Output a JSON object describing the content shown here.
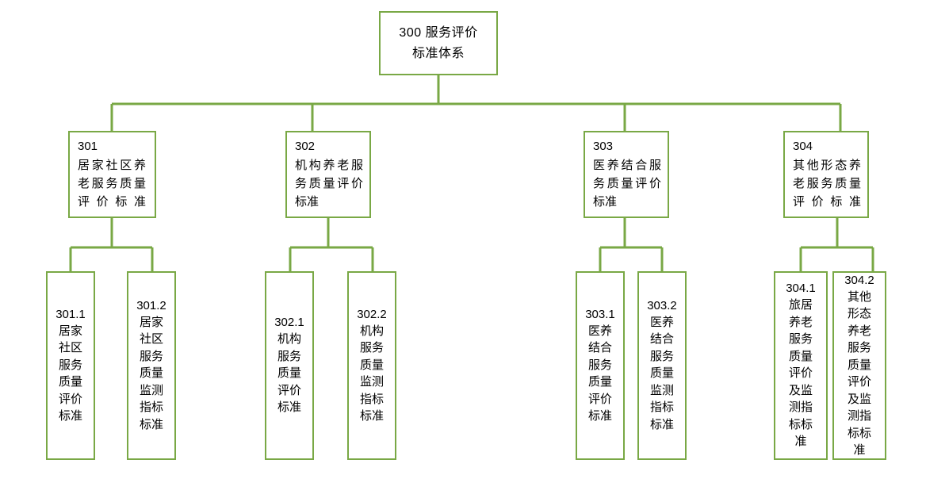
{
  "diagram": {
    "type": "organization-tree",
    "title": "300 服务评价标准体系",
    "line_color": "#79a845",
    "box_fill": "#ffffff",
    "text_color": "#000000"
  },
  "root": {
    "code": "300",
    "line1": "300 服务评价",
    "line2": "标准体系",
    "full_text": "300 服务评价标准体系"
  },
  "level2": [
    {
      "code": "301",
      "text": "居家社区养老服务质量评价标准",
      "full_text": "301 居家社区养老服务质量评价标准"
    },
    {
      "code": "302",
      "text": "机构养老服务质量评价标准",
      "full_text": "302 机构养老服务质量评价标准"
    },
    {
      "code": "303",
      "text": "医养结合服务质量评价标准",
      "full_text": "303 医养结合服务质量评价标准"
    },
    {
      "code": "304",
      "text": "其他形态养老服务质量评价标准",
      "full_text": "304 其他形态养老服务质量评价标准"
    }
  ],
  "level3": [
    {
      "code": "301.1",
      "text": "居家社区服务质量评价标准",
      "full_text": "301.1 居家社区服务质量评价标准",
      "parent": "301"
    },
    {
      "code": "301.2",
      "text": "居家社区服务质量监测指标标准",
      "full_text": "301.2 居家社区服务质量监测指标标准",
      "parent": "301"
    },
    {
      "code": "302.1",
      "text": "机构服务质量评价标准",
      "full_text": "302.1 机构服务质量评价标准",
      "parent": "302"
    },
    {
      "code": "302.2",
      "text": "机构服务质量监测指标标准",
      "full_text": "302.2 机构服务质量监测指标标准",
      "parent": "302"
    },
    {
      "code": "303.1",
      "text": "医养结合服务质量评价标准",
      "full_text": "303.1 医养结合服务质量评价标准",
      "parent": "303"
    },
    {
      "code": "303.2",
      "text": "医养结合服务质量监测指标标准",
      "full_text": "303.2 医养结合服务质量监测指标标准",
      "parent": "303"
    },
    {
      "code": "304.1",
      "text": "旅居养老服务质量评价及监测指标标准",
      "full_text": "304.1 旅居养老服务质量评价及监测指标标准",
      "parent": "304"
    },
    {
      "code": "304.2",
      "text": "其他形态养老服务质量评价及监测指标标准",
      "full_text": "304.2 其他形态养老服务质量评价及监测指标标准",
      "parent": "304"
    }
  ]
}
